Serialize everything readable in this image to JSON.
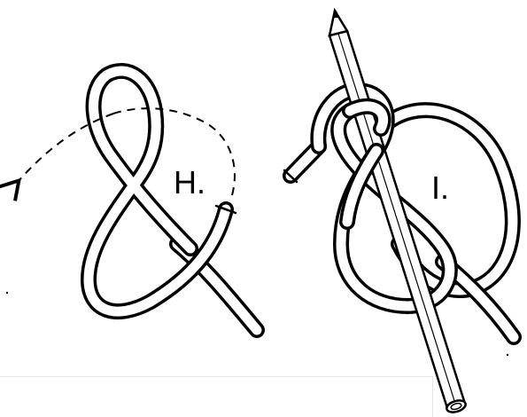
{
  "figure": {
    "steps": [
      {
        "id": "H",
        "label": "H."
      },
      {
        "id": "I",
        "label": "I."
      }
    ]
  },
  "colors": {
    "ink": "#000000",
    "paper": "#ffffff"
  }
}
